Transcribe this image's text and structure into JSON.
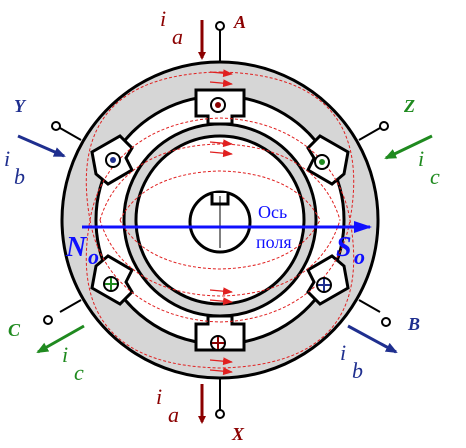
{
  "terminals": {
    "A": "A",
    "X": "X",
    "Y": "Y",
    "Z": "Z",
    "B": "B",
    "C": "C"
  },
  "currents": {
    "ia_top": {
      "main": "i",
      "sub": "a"
    },
    "ia_bottom": {
      "main": "i",
      "sub": "a"
    },
    "ib_left": {
      "main": "i",
      "sub": "b"
    },
    "ib_right": {
      "main": "i",
      "sub": "b"
    },
    "ic_right": {
      "main": "i",
      "sub": "c"
    },
    "ic_left": {
      "main": "i",
      "sub": "c"
    }
  },
  "poles": {
    "north": {
      "main": "N",
      "sub": "o"
    },
    "south": {
      "main": "S",
      "sub": "o"
    }
  },
  "axis": {
    "line1": "Ось",
    "line2": "поля"
  },
  "colors": {
    "phase_a": "#8b0000",
    "phase_b": "#1f2f8f",
    "phase_c": "#1f8a1f",
    "field_lines": "#e02020",
    "field_axis": "#1010ff",
    "outline": "#000000",
    "fill": "#d6d6d6"
  },
  "icons": {
    "conductor_into": "circled-plus-icon",
    "conductor_out": "circled-dot-icon"
  }
}
